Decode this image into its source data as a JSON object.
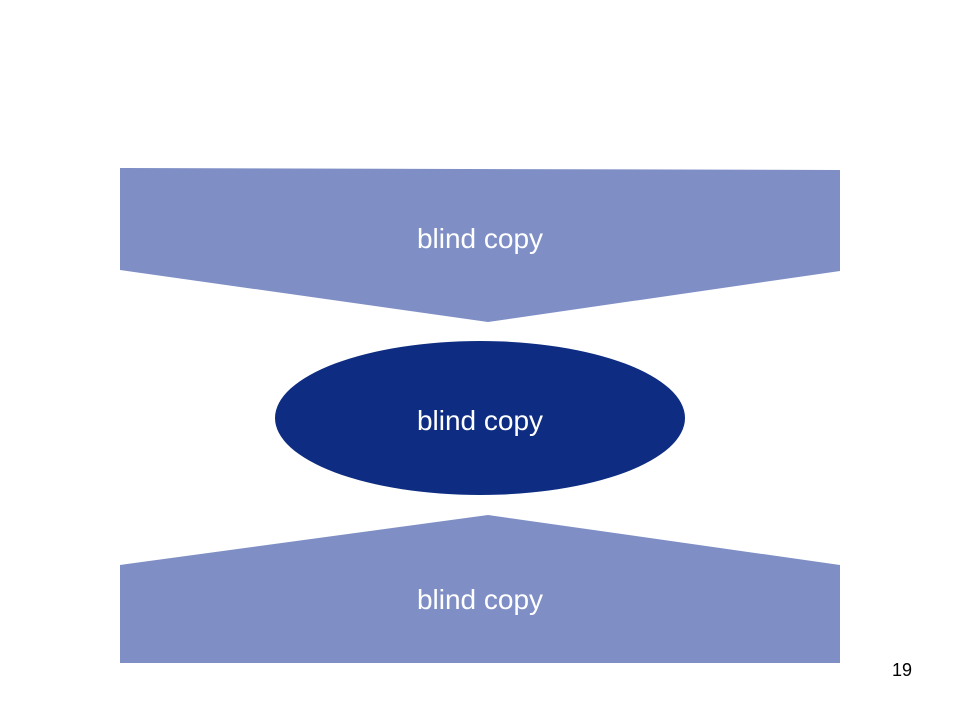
{
  "diagram": {
    "top_shape": {
      "label": "blind copy",
      "color": "#7f8fc6"
    },
    "center_ellipse": {
      "label": "blind copy",
      "color": "#0e2d82"
    },
    "bottom_shape": {
      "label": "blind copy",
      "color": "#7f8fc6"
    }
  },
  "footer": {
    "page_number": "19"
  }
}
